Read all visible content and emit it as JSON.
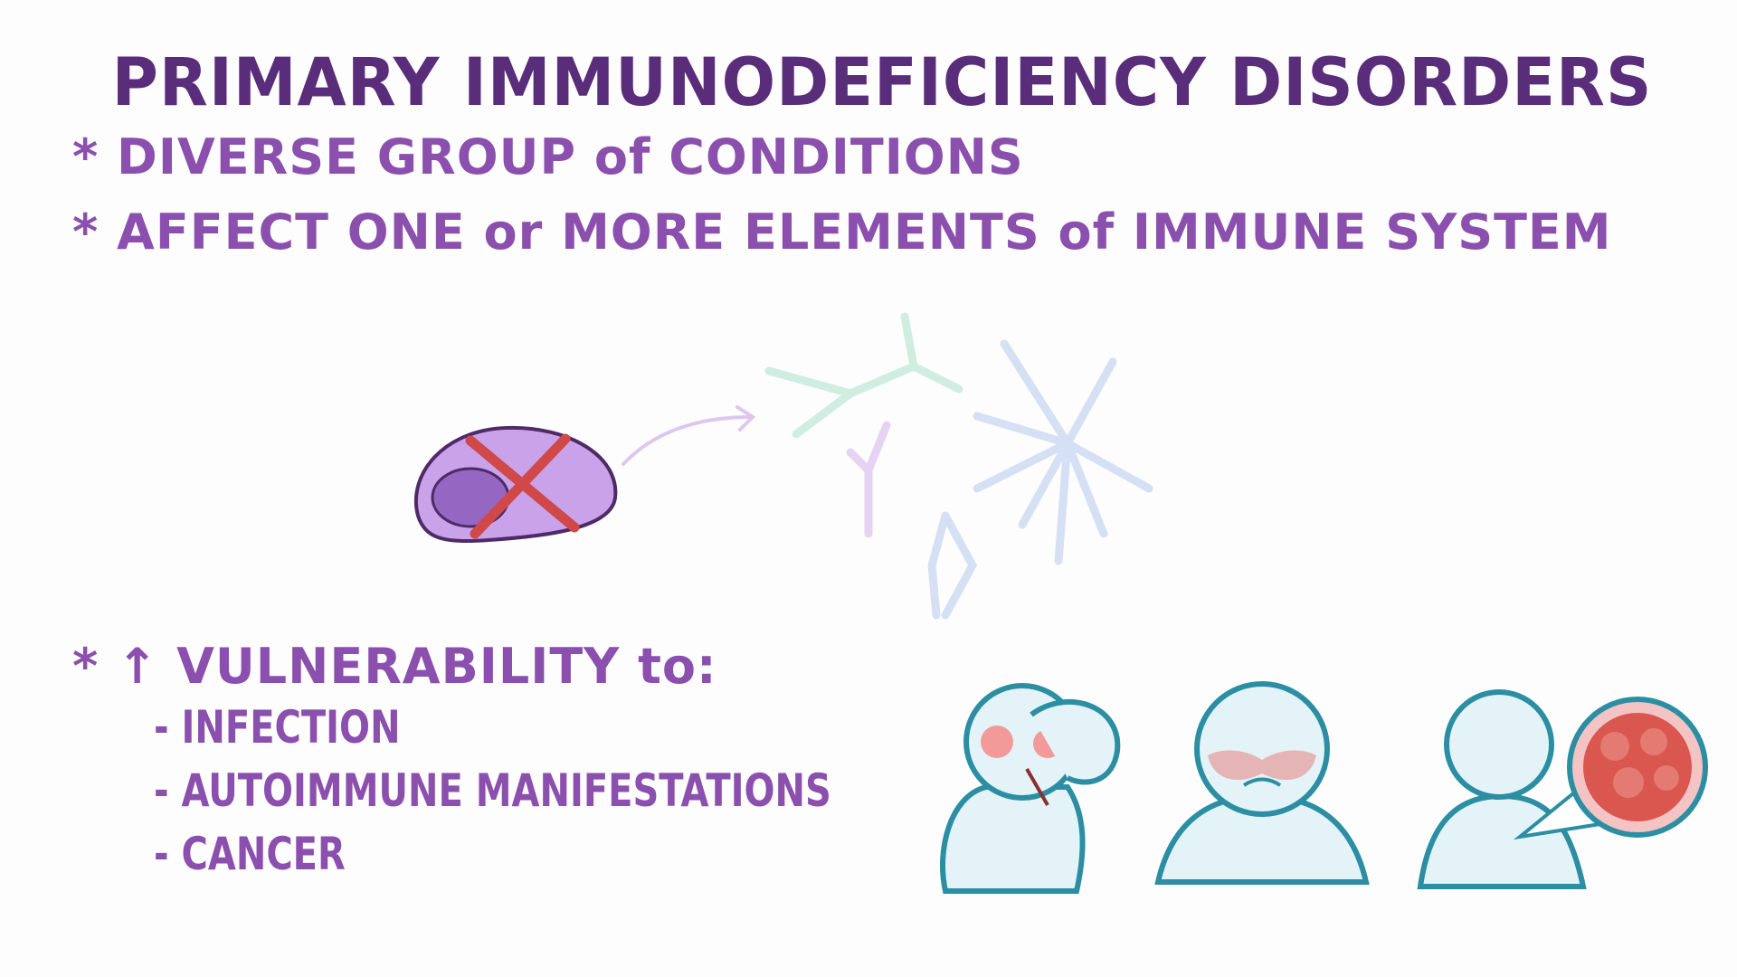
{
  "title": "PRIMARY IMMUNODEFICIENCY DISORDERS",
  "bullets": [
    "* DIVERSE GROUP of CONDITIONS",
    "* AFFECT ONE or MORE ELEMENTS of IMMUNE SYSTEM"
  ],
  "vulnerability": {
    "heading": "* ↑ VULNERABILITY to:",
    "items": [
      "- INFECTION",
      "- AUTOIMMUNE MANIFESTATIONS",
      "- CANCER"
    ]
  },
  "colors": {
    "title": "#5a2d7b",
    "text": "#8b4fae",
    "cell": "#c9a2ea",
    "cross": "#d04848",
    "figure_outline": "#2b8ea3",
    "figure_fill": "#e3f3f8"
  },
  "icons": [
    "b-cell-crossed-out",
    "arrow-icon",
    "antibody-icons",
    "sick-person-fever",
    "person-rash",
    "person-tumor-cells"
  ]
}
